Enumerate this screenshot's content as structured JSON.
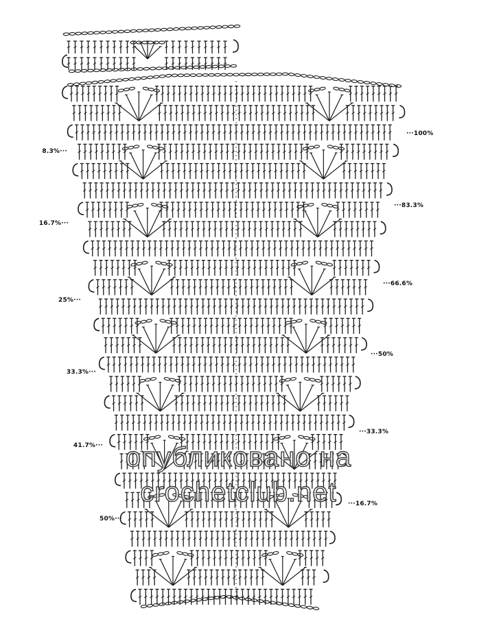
{
  "diagram": {
    "ink_color": "#1a1a1a",
    "background": "#ffffff",
    "left_labels": [
      "8.3%···",
      "16.7%···",
      "25%···",
      "33.3%···",
      "41.7%···",
      "50%···"
    ],
    "right_labels": [
      "···100%",
      "···83.3%",
      "···66.6%",
      "···50%",
      "···33.3%",
      "···16.7%"
    ]
  },
  "watermark": {
    "line1": "опубликовано на",
    "line2": "crochetclub.net"
  }
}
